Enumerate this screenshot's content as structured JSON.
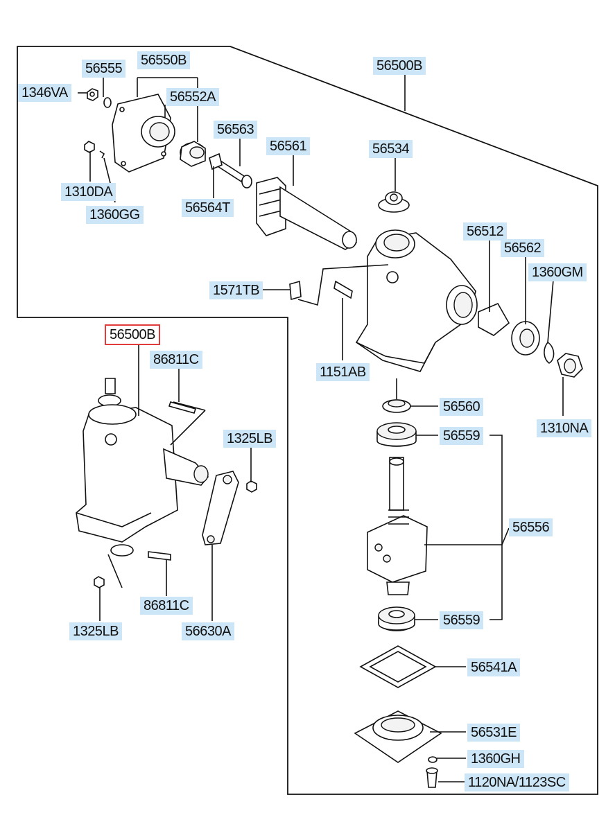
{
  "callouts": {
    "c56555": "56555",
    "c56550B": "56550B",
    "c56500B_top": "56500B",
    "c1346VA": "1346VA",
    "c56552A": "56552A",
    "c56563": "56563",
    "c56561": "56561",
    "c56534": "56534",
    "c1310DA": "1310DA",
    "c1360GG": "1360GG",
    "c56564T": "56564T",
    "c56512": "56512",
    "c56562": "56562",
    "c1360GM": "1360GM",
    "c1571TB": "1571TB",
    "c56500B_sel": "56500B",
    "c86811C_top": "86811C",
    "c1151AB": "1151AB",
    "c56560": "56560",
    "c1310NA": "1310NA",
    "c1325LB_right": "1325LB",
    "c56559_top": "56559",
    "c56556": "56556",
    "c86811C_bot": "86811C",
    "c1325LB_left": "1325LB",
    "c56630A": "56630A",
    "c56559_bot": "56559",
    "c56541A": "56541A",
    "c56531E": "56531E",
    "c1360GH": "1360GH",
    "c1120NA": "1120NA/1123SC"
  },
  "selected_callout": "56500B",
  "colors": {
    "highlight": "#cde6f7",
    "selected_border": "#e23b3b",
    "line": "#111111"
  }
}
